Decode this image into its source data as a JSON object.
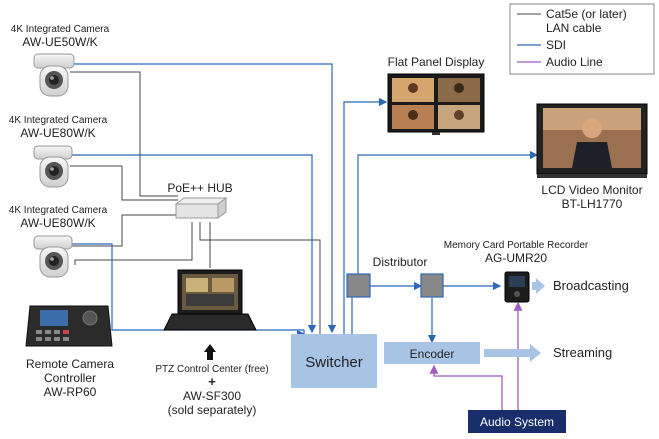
{
  "legend": {
    "cat5e": "Cat5e (or later)",
    "cat5e_2": "LAN cable",
    "sdi": "SDI",
    "audio": "Audio Line"
  },
  "cameras": [
    {
      "title": "4K Integrated Camera",
      "model": "AW-UE50W/K"
    },
    {
      "title": "4K Integrated Camera",
      "model": "AW-UE80W/K"
    },
    {
      "title": "4K Integrated Camera",
      "model": "AW-UE80W/K"
    }
  ],
  "controller": {
    "line1": "Remote Camera",
    "line2": "Controller",
    "line3": "AW-RP60"
  },
  "hub": "PoE++ HUB",
  "ptz": {
    "line1": "PTZ Control Center (free)",
    "plus": "+",
    "line2": "AW-SF300",
    "line3": "(sold separately)"
  },
  "switcher": "Switcher",
  "flat_panel": "Flat Panel Display",
  "lcd": {
    "line1": "LCD Video Monitor",
    "line2": "BT-LH1770"
  },
  "distributor": "Distributor",
  "recorder": {
    "line1": "Memory Card Portable Recorder",
    "line2": "AG-UMR20"
  },
  "broadcasting": "Broadcasting",
  "encoder": "Encoder",
  "streaming": "Streaming",
  "audio_system": "Audio System",
  "colors": {
    "sdi": "#2e67b8",
    "lan": "#444444",
    "audio": "#a05cc0",
    "box": "#a8c4e4",
    "navy": "#1a2d6b"
  }
}
